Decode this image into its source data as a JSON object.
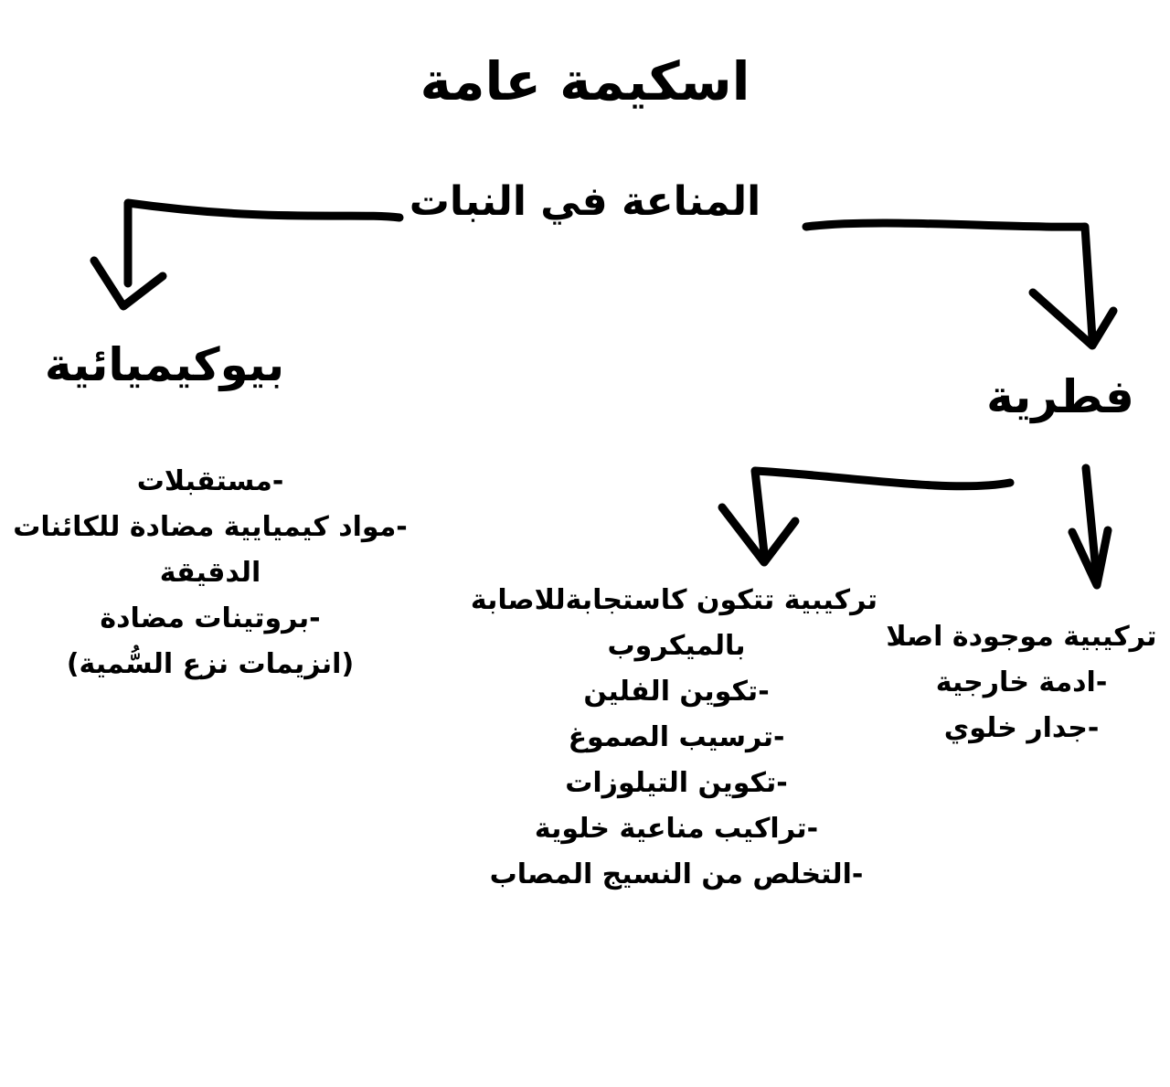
{
  "title": "اسكيمة عامة",
  "root": "المناعة في النبات",
  "biochemical": {
    "heading": "بيوكيميائية",
    "items": [
      "-مستقبلات",
      "-مواد كيميايية مضادة للكائنات",
      "الدقيقة",
      "-بروتينات مضادة",
      "(انزيمات نزع السُّمية)"
    ]
  },
  "innate": {
    "heading": "فطرية",
    "induced": {
      "items": [
        "تركيبية تتكون كاستجابةللاصابة",
        "بالميكروب",
        "-تكوين الفلين",
        "-ترسيب الصموغ",
        "-تكوين التيلوزات",
        "-تراكيب مناعية خلوية",
        "-التخلص من النسيج المصاب"
      ]
    },
    "preexisting": {
      "items": [
        "تركيبية موجودة اصلا",
        "-ادمة خارجية",
        "-جدار خلوي"
      ]
    }
  }
}
